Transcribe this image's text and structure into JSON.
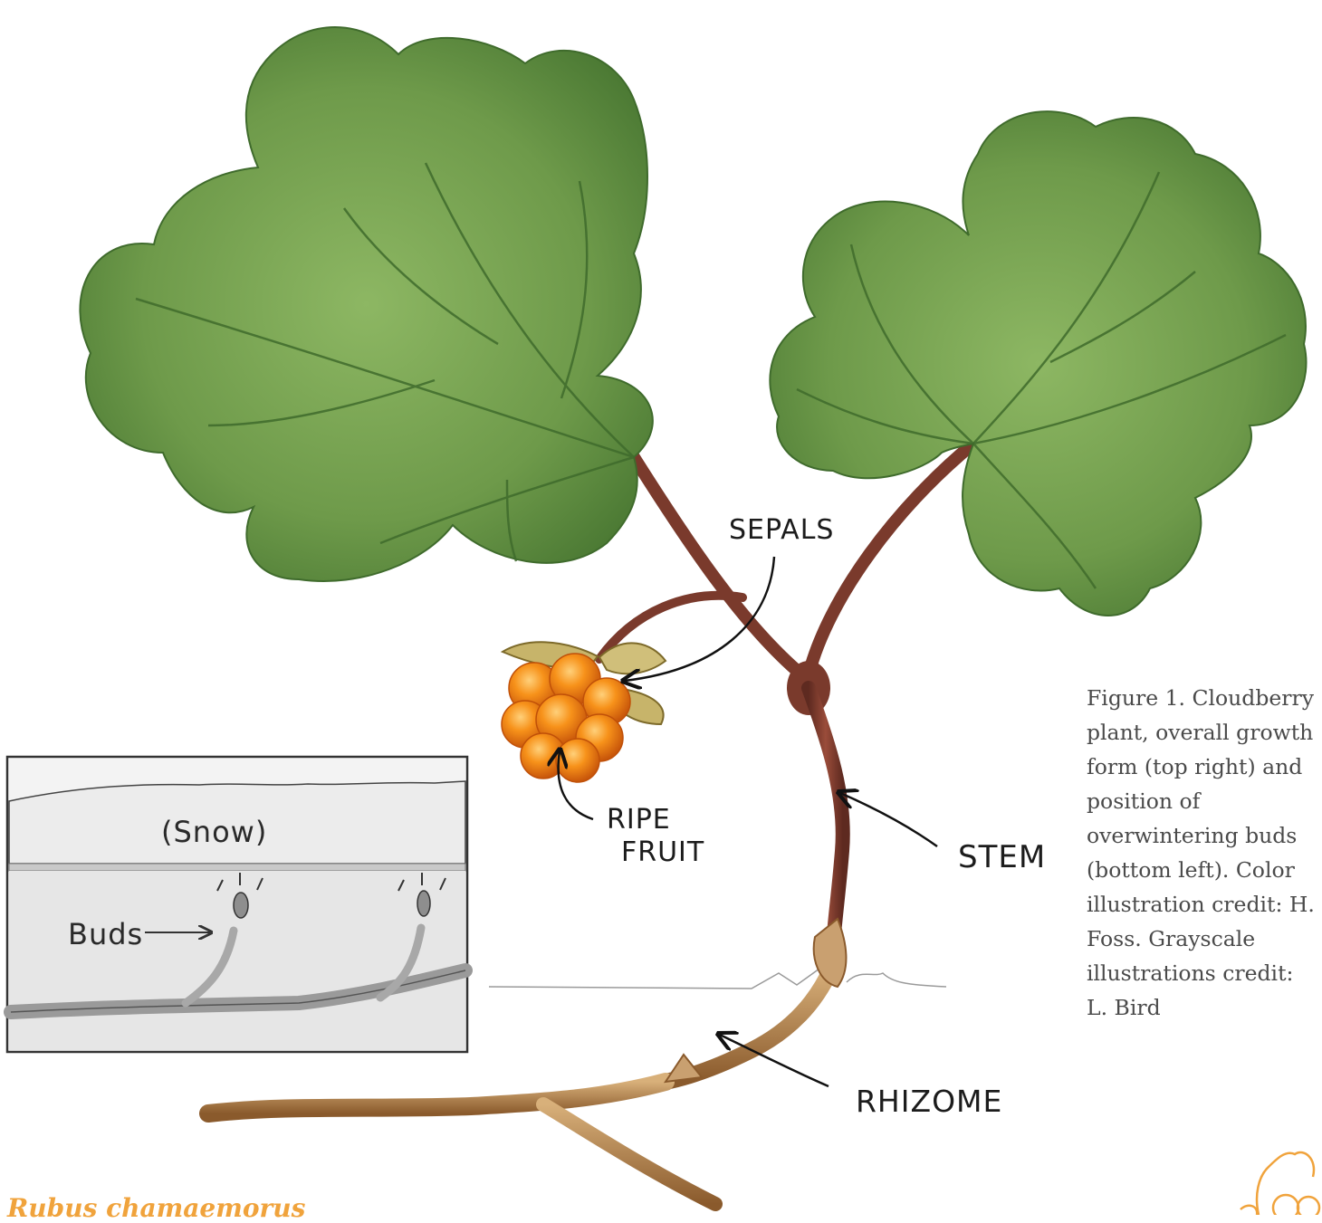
{
  "labels": {
    "sepals": "SEPALS",
    "ripe": "RIPE",
    "fruit": "FRUIT",
    "stem": "STEM",
    "rhizome": "RHIZOME",
    "snow": "(Snow)",
    "buds": "Buds"
  },
  "caption": "Figure 1. Cloudberry plant, overall growth form (top right) and position of overwintering buds (bottom left). Color illustration credit: H. Foss. Grayscale illustrations credit: L. Bird",
  "footer": {
    "species": "Rubus chamaemorus"
  },
  "colors": {
    "leaf": "#6e9a4a",
    "leaf_dark": "#3f6b2c",
    "stem": "#7a3a2c",
    "rhizome": "#b8874f",
    "fruit": "#f08a12",
    "accent": "#f0a33c"
  }
}
